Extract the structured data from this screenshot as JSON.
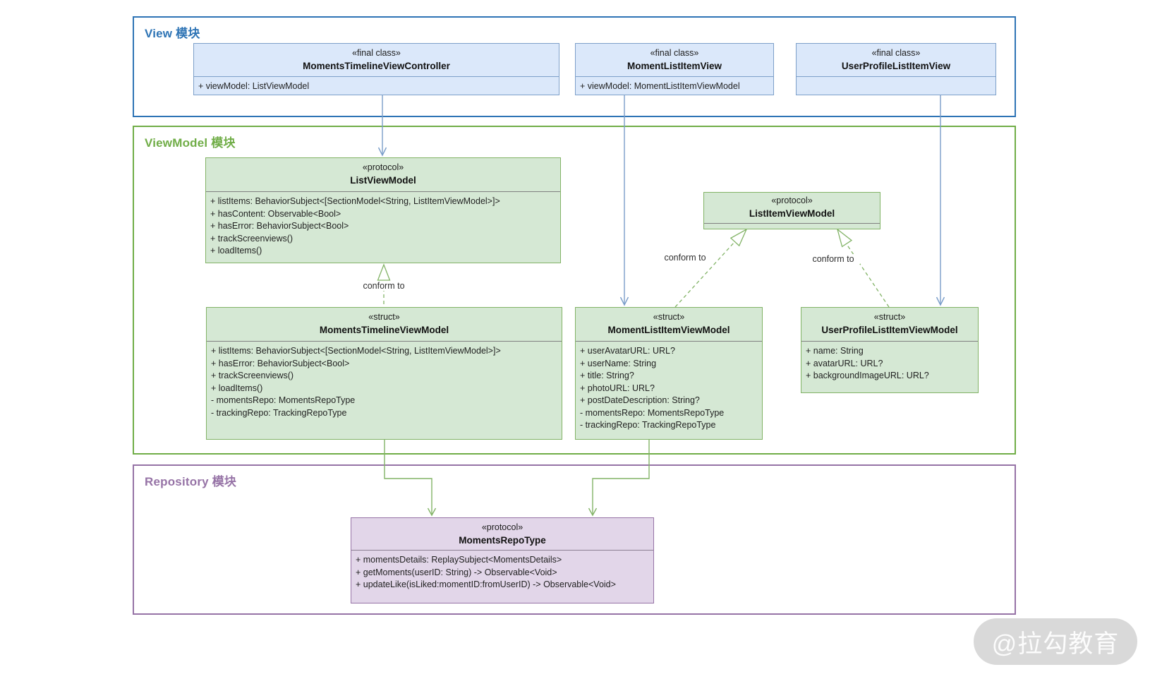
{
  "labels": {
    "conform_to": "conform to"
  },
  "watermark": {
    "text": "@拉勾教育"
  },
  "colors": {
    "view_accent": "#2e74b5",
    "viewmodel_accent": "#70ad47",
    "repository_accent": "#9673a6",
    "class_blue_fill": "#dbe8fa",
    "class_blue_border": "#7d9fc9",
    "class_green_fill": "#d5e8d4",
    "class_green_border": "#82b366",
    "class_purple_fill": "#e2d6e9",
    "class_purple_border": "#9673a6",
    "arrow_blue": "#7a9dc9",
    "arrow_green": "#82b366"
  },
  "view_module": {
    "title": "View 模块",
    "classes": [
      {
        "stereotype": "«final class»",
        "name": "MomentsTimelineViewController",
        "attributes": [
          "+ viewModel: ListViewModel"
        ]
      },
      {
        "stereotype": "«final class»",
        "name": "MomentListItemView",
        "attributes": [
          "+ viewModel: MomentListItemViewModel"
        ]
      },
      {
        "stereotype": "«final class»",
        "name": "UserProfileListItemView",
        "attributes": []
      }
    ]
  },
  "viewmodel_module": {
    "title": "ViewModel 模块",
    "classes": [
      {
        "stereotype": "«protocol»",
        "name": "ListViewModel",
        "attributes": [
          "+ listItems: BehaviorSubject<[SectionModel<String, ListItemViewModel>]>",
          "+ hasContent: Observable<Bool>",
          "+ hasError: BehaviorSubject<Bool>",
          "+ trackScreenviews()",
          "+ loadItems()"
        ]
      },
      {
        "stereotype": "«protocol»",
        "name": "ListItemViewModel",
        "attributes": []
      },
      {
        "stereotype": "«struct»",
        "name": "MomentsTimelineViewModel",
        "attributes": [
          "+ listItems: BehaviorSubject<[SectionModel<String, ListItemViewModel>]>",
          "+ hasError: BehaviorSubject<Bool>",
          "+ trackScreenviews()",
          "+ loadItems()",
          "- momentsRepo: MomentsRepoType",
          "- trackingRepo: TrackingRepoType"
        ]
      },
      {
        "stereotype": "«struct»",
        "name": "MomentListItemViewModel",
        "attributes": [
          "+ userAvatarURL: URL?",
          "+ userName: String",
          "+ title: String?",
          "+ photoURL: URL?",
          "+ postDateDescription: String?",
          "- momentsRepo: MomentsRepoType",
          "- trackingRepo: TrackingRepoType"
        ]
      },
      {
        "stereotype": "«struct»",
        "name": "UserProfileListItemViewModel",
        "attributes": [
          "+ name: String",
          "+ avatarURL: URL?",
          "+ backgroundImageURL: URL?"
        ]
      }
    ]
  },
  "repository_module": {
    "title": "Repository 模块",
    "classes": [
      {
        "stereotype": "«protocol»",
        "name": "MomentsRepoType",
        "attributes": [
          "+ momentsDetails: ReplaySubject<MomentsDetails>",
          "+ getMoments(userID: String) -> Observable<Void>",
          "+ updateLike(isLiked:momentID:fromUserID) -> Observable<Void>"
        ]
      }
    ]
  }
}
